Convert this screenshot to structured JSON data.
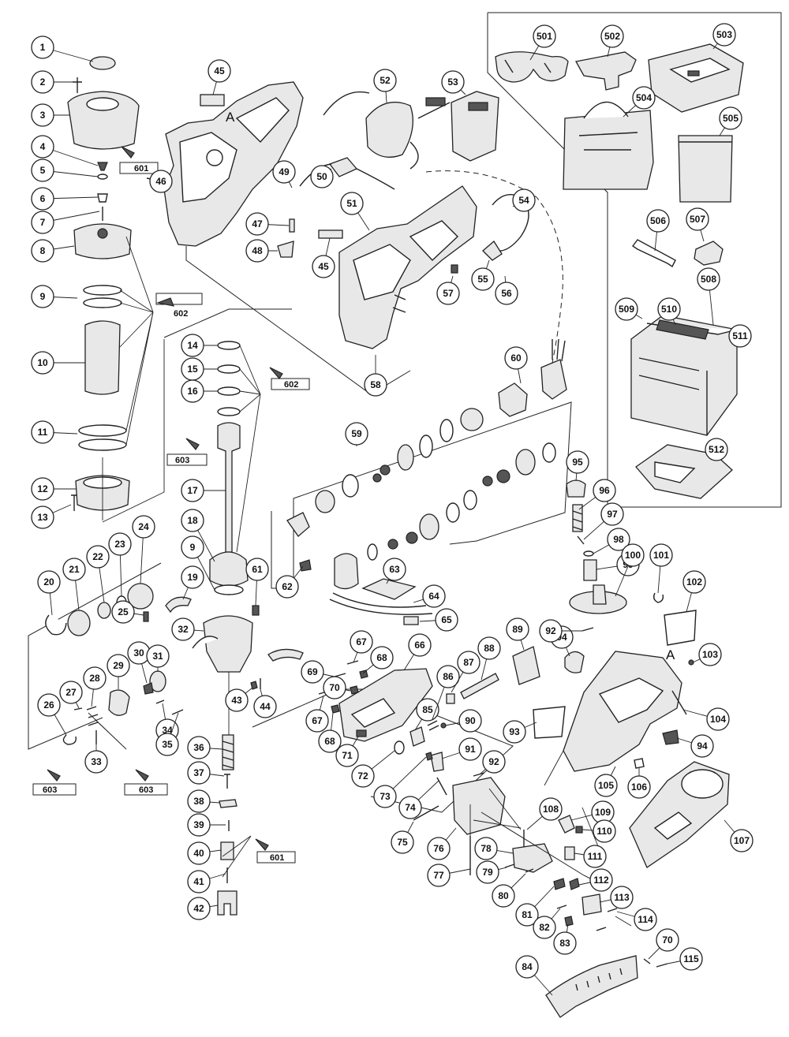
{
  "figure": {
    "letter_labels": [
      "A",
      "A"
    ],
    "lubricant_labels": [
      "601",
      "602",
      "602",
      "603",
      "603",
      "603",
      "601"
    ]
  },
  "parts": [
    "1",
    "2",
    "3",
    "4",
    "5",
    "6",
    "7",
    "8",
    "9",
    "10",
    "11",
    "12",
    "13",
    "14",
    "15",
    "16",
    "17",
    "18",
    "19",
    "20",
    "21",
    "22",
    "23",
    "24",
    "25",
    "26",
    "27",
    "28",
    "29",
    "30",
    "31",
    "32",
    "33",
    "34",
    "35",
    "36",
    "37",
    "38",
    "39",
    "40",
    "41",
    "42",
    "43",
    "44",
    "45",
    "46",
    "47",
    "48",
    "49",
    "50",
    "51",
    "52",
    "53",
    "54",
    "55",
    "56",
    "57",
    "58",
    "59",
    "60",
    "61",
    "62",
    "63",
    "64",
    "65",
    "66",
    "67",
    "68",
    "69",
    "70",
    "71",
    "72",
    "73",
    "74",
    "75",
    "76",
    "77",
    "78",
    "79",
    "80",
    "81",
    "82",
    "83",
    "84",
    "85",
    "86",
    "87",
    "88",
    "89",
    "90",
    "91",
    "92",
    "93",
    "94",
    "95",
    "96",
    "97",
    "98",
    "99",
    "100",
    "101",
    "102",
    "103",
    "104",
    "105",
    "106",
    "107",
    "108",
    "109",
    "110",
    "111",
    "112",
    "113",
    "114",
    "115",
    "501",
    "502",
    "503",
    "504",
    "505",
    "506",
    "507",
    "508",
    "509",
    "510",
    "511",
    "512"
  ]
}
